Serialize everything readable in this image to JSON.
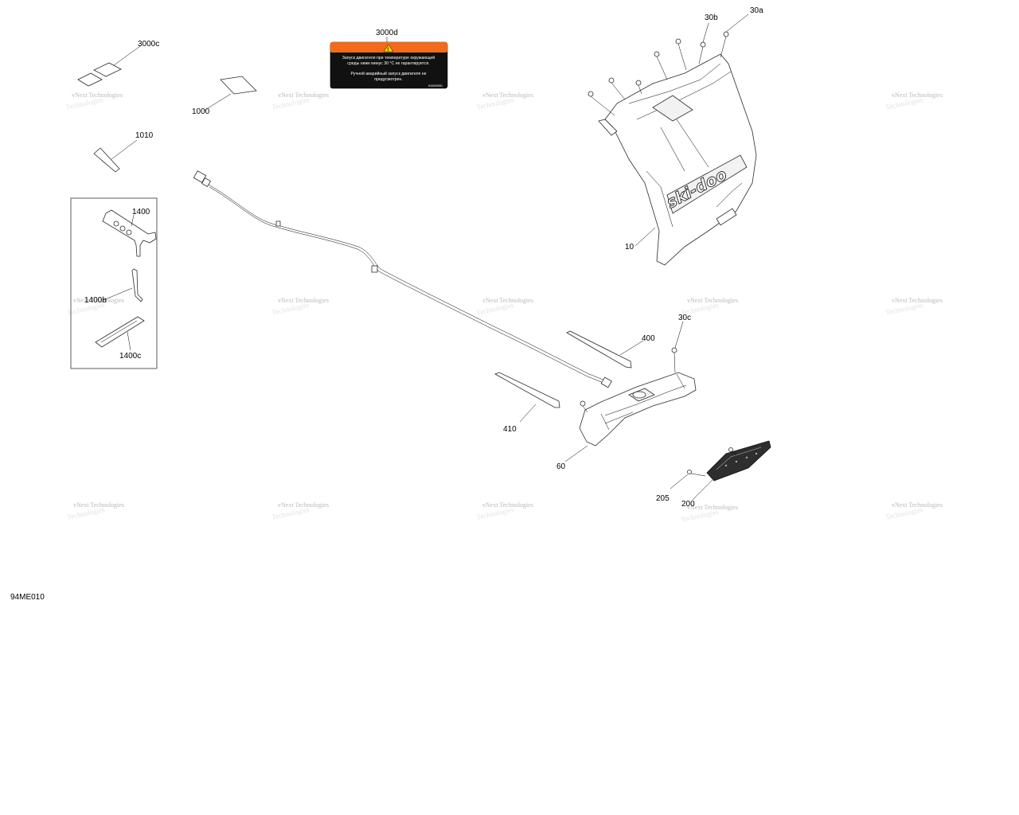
{
  "diagram_id": "94ME010",
  "callouts": [
    {
      "id": "30a",
      "label": "30a"
    },
    {
      "id": "30b",
      "label": "30b"
    },
    {
      "id": "3000c",
      "label": "3000c"
    },
    {
      "id": "3000d",
      "label": "3000d"
    },
    {
      "id": "1000",
      "label": "1000"
    },
    {
      "id": "1010",
      "label": "1010"
    },
    {
      "id": "1400",
      "label": "1400"
    },
    {
      "id": "1400b",
      "label": "1400b"
    },
    {
      "id": "1400c",
      "label": "1400c"
    },
    {
      "id": "10",
      "label": "10"
    },
    {
      "id": "30c",
      "label": "30c"
    },
    {
      "id": "400",
      "label": "400"
    },
    {
      "id": "410",
      "label": "410"
    },
    {
      "id": "60",
      "label": "60"
    },
    {
      "id": "205",
      "label": "205"
    },
    {
      "id": "200",
      "label": "200"
    }
  ],
  "warning_label": {
    "line1": "Запуск двигателя при температуре окружающей",
    "line2": "среды ниже минус 30 °C не гарантируется.",
    "line3": "Ручной аварийный запуск двигателя не",
    "line4": "предусмотрен.",
    "code": "516009951"
  },
  "brand_logo": "ski-doo",
  "watermark": {
    "line1": "vNext Technologies",
    "line2": "Technologies"
  }
}
